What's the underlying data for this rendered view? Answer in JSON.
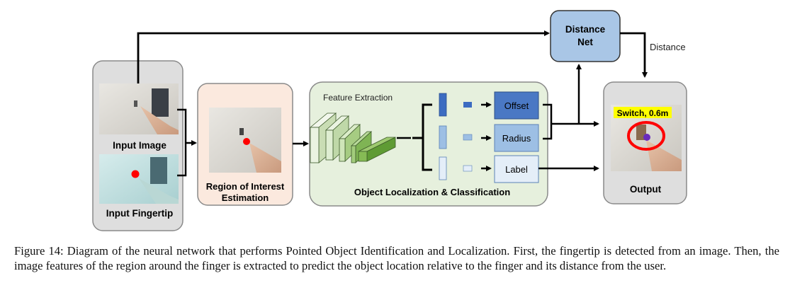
{
  "diagram": {
    "input_image_label": "Input Image",
    "input_fingertip_label": "Input Fingertip",
    "roi_label_line1": "Region of Interest",
    "roi_label_line2": "Estimation",
    "feature_extraction_label": "Feature Extraction",
    "object_loc_label": "Object Localization & Classification",
    "offset_label": "Offset",
    "radius_label": "Radius",
    "label_label": "Label",
    "distance_net_line1": "Distance",
    "distance_net_line2": "Net",
    "distance_edge_label": "Distance",
    "output_label": "Output",
    "output_tag": "Switch, 0.6m"
  },
  "caption": "Figure 14: Diagram of the neural network that performs Pointed Object Identification and Localization. First, the fingertip is detected from an image. Then, the image features of the region around the finger is extracted to predict the object location relative to the finger and its distance from the user.",
  "colors": {
    "input_panel": "#dedede",
    "roi_panel": "#fbe9de",
    "object_panel": "#e6f0dd",
    "distance_net": "#a9c6e6",
    "output_panel": "#dedede",
    "offset_box": "#4a78c4",
    "radius_box": "#9dbfe4",
    "label_box": "#e4eef8",
    "marker": "#ff0000",
    "tag_bg": "#ffff00"
  }
}
